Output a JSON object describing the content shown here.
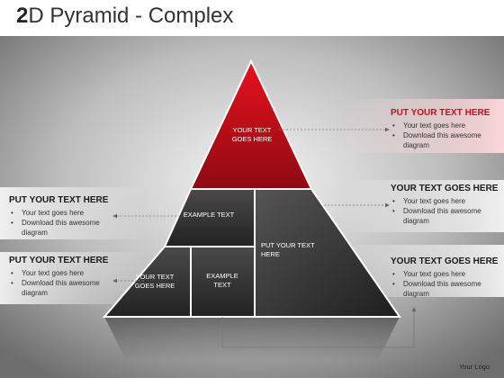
{
  "title": {
    "lead": "2",
    "rest": "D Pyramid - Complex"
  },
  "pyramid": {
    "top": "YOUR TEXT\nGOES HERE",
    "middle_left": "EXAMPLE TEXT",
    "right_block": "PUT YOUR TEXT\nHERE",
    "bottom_left": "YOUR TEXT\nGOES HERE",
    "bottom_mid": "EXAMPLE\nTEXT"
  },
  "callouts": {
    "right_top": {
      "heading": "PUT YOUR TEXT HERE",
      "bullets": [
        "Your text goes here",
        "Download this awesome diagram"
      ]
    },
    "right_mid": {
      "heading": "YOUR TEXT GOES HERE",
      "bullets": [
        "Your text goes here",
        "Download this awesome diagram"
      ]
    },
    "right_bottom": {
      "heading": "YOUR TEXT GOES HERE",
      "bullets": [
        "Your text goes here",
        "Download this awesome diagram"
      ]
    },
    "left_top": {
      "heading": "PUT YOUR TEXT HERE",
      "bullets": [
        "Your text goes here",
        "Download this awesome diagram"
      ]
    },
    "left_bottom": {
      "heading": "PUT YOUR TEXT HERE",
      "bullets": [
        "Your text goes here",
        "Download this awesome diagram"
      ]
    }
  },
  "logo": "Your Logo",
  "colors": {
    "accent_red": "#c0111c",
    "segment_dark": "#3a3a3a",
    "background": "#8c8c8c"
  }
}
